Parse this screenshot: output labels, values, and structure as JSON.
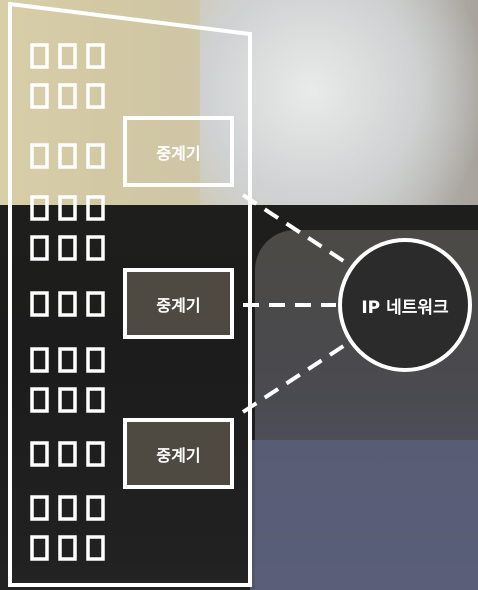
{
  "repeaters": [
    {
      "label": "중계기"
    },
    {
      "label": "중계기"
    },
    {
      "label": "중계기"
    }
  ],
  "network": {
    "label": "IP 네트워크"
  },
  "colors": {
    "outline": "#ffffff",
    "box_fill_dark": "#4e4a42",
    "network_fill": "#2b2b2b"
  }
}
